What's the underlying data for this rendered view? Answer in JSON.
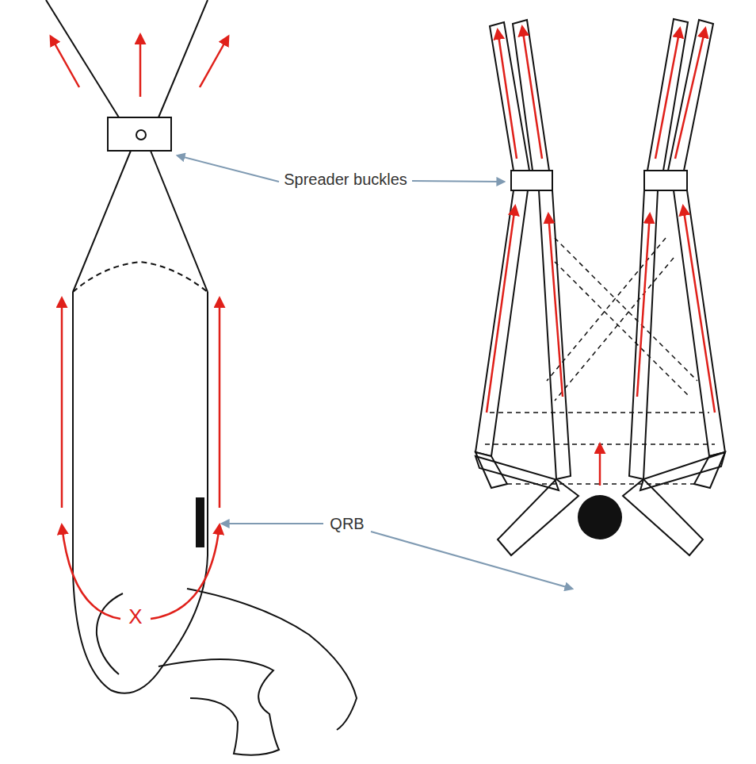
{
  "diagram": {
    "labels": [
      "Spreader buckles",
      "QRB",
      "X"
    ]
  }
}
